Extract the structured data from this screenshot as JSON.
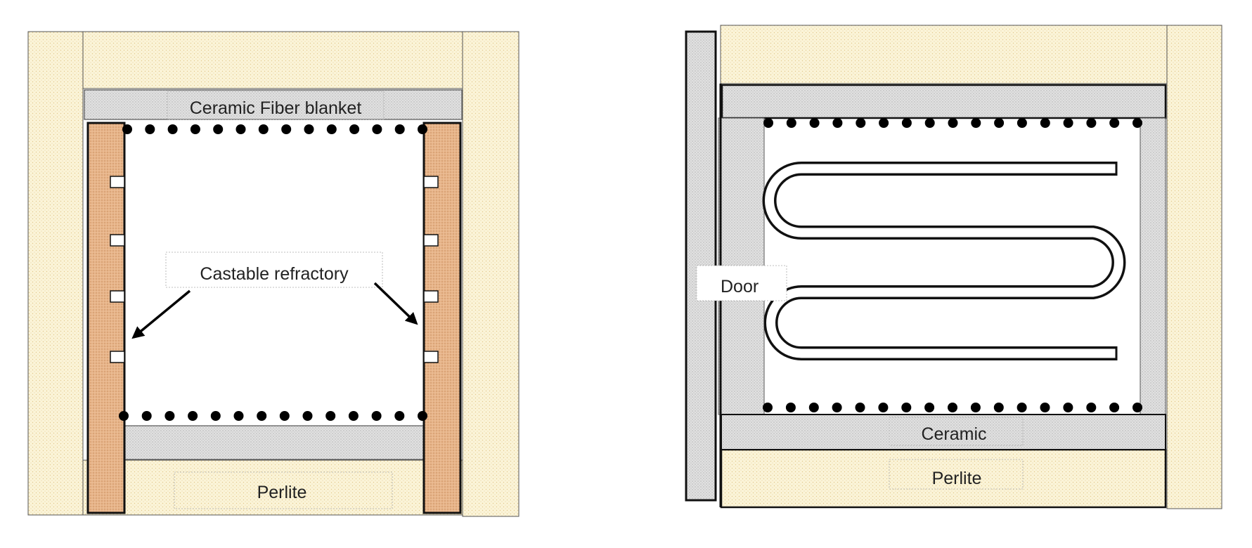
{
  "left_view": {
    "labels": {
      "ceramic_fiber_blanket": "Ceramic Fiber blanket",
      "castable_refractory": "Castable refractory",
      "perlite": "Perlite"
    }
  },
  "right_view": {
    "labels": {
      "door": "Door",
      "ceramic": "Ceramic",
      "perlite": "Perlite"
    }
  },
  "colors": {
    "perlite_fill": "#fbf4d8",
    "ceramic_fill": "#dcdcdc",
    "castable_fill": "#e8b58a",
    "outline": "#111111",
    "element_dot": "#000000"
  }
}
